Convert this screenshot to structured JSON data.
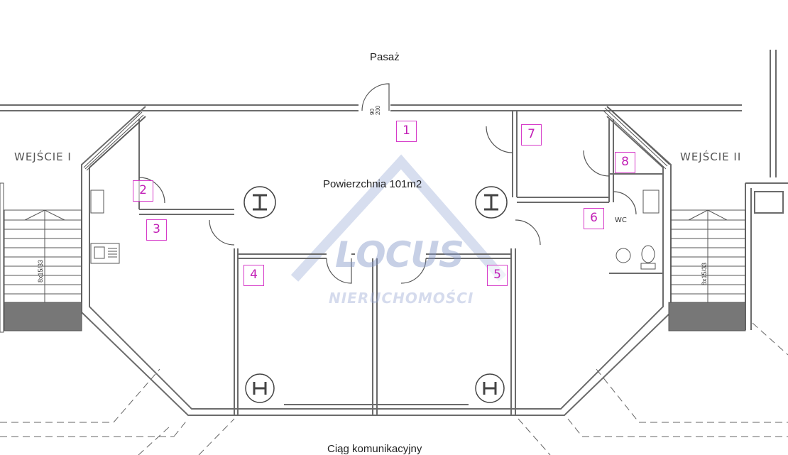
{
  "plan": {
    "top_label": "Pasaż",
    "area_label": "Powierzchnia 101m2",
    "bottom_label": "Ciąg komunikacyjny",
    "entrances": [
      "WEJŚCIE I",
      "WEJŚCIE II"
    ],
    "door_size": "90\n200",
    "stair_dims": [
      "8x15/33",
      "8x15/33"
    ],
    "wc_label": "WC",
    "rooms": [
      "1",
      "2",
      "3",
      "4",
      "5",
      "6",
      "7",
      "8"
    ]
  },
  "watermark": {
    "brand": "LOCUS",
    "subtitle": "NIERUCHOMOŚCI"
  },
  "colors": {
    "wall": "#6b6b6b",
    "room_marker": "#d63bc9",
    "watermark": "#8a9bcc"
  }
}
